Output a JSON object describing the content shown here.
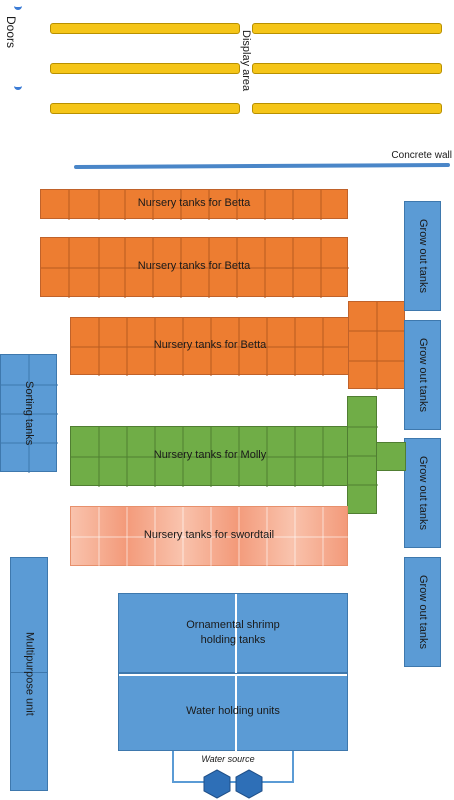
{
  "labels": {
    "doors": "Doors",
    "display_area": "Display area",
    "concrete_wall": "Concrete wall",
    "nursery_betta": "Nursery tanks for Betta",
    "nursery_molly": "Nursery tanks for Molly",
    "nursery_swordtail": "Nursery tanks for swordtail",
    "grow_out": "Grow out tanks",
    "sorting": "Sorting tanks",
    "multipurpose": "Multipurpose unit",
    "shrimp_line1": "Ornamental shrimp",
    "shrimp_line2": "holding tanks",
    "water_holding": "Water holding units",
    "water_source": "Water source"
  },
  "colors": {
    "display_bar": "#f5c518",
    "betta": "#ed7d31",
    "molly": "#70ad47",
    "swordtail": "#f39a7a",
    "blue_units": "#5b9bd5",
    "wall": "#4a86c8"
  }
}
